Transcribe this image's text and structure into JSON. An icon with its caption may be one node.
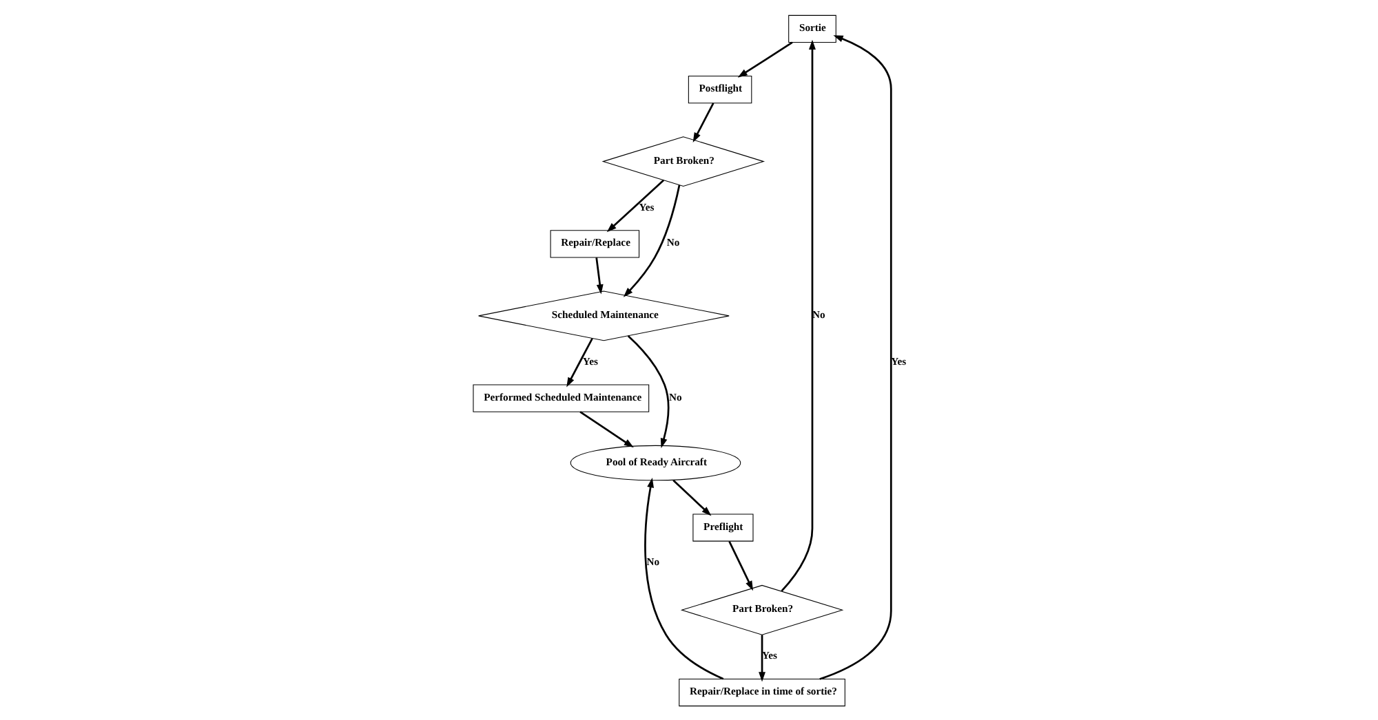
{
  "diagram": {
    "nodes": [
      {
        "text": [
          "Sortie"
        ]
      },
      {
        "text": [
          "Postflight"
        ]
      },
      {
        "text": [
          "Part Broken?"
        ]
      },
      {
        "text": [
          "Repair/Replace"
        ]
      },
      {
        "text": [
          "Part Broken?"
        ]
      },
      {
        "text": [
          "Repair/Replace in time of sortie?"
        ]
      },
      {
        "text": [
          "Performed Scheduled Maintenance"
        ]
      },
      {
        "text": [
          "Scheduled Maintenance"
        ]
      },
      {
        "text": [
          "Preflight"
        ]
      },
      {
        "text": [
          "Pool of Ready Aircraft"
        ]
      }
    ],
    "edges": [
      {
        "from": 0,
        "to": 1,
        "arrow": "to"
      },
      {
        "from": 1,
        "to": 2,
        "arrow": "to"
      },
      {
        "from": 2,
        "to": 3,
        "arrow": "to",
        "label": "Yes"
      },
      {
        "from": 2,
        "to": 7,
        "arrow": "to",
        "label": "No"
      },
      {
        "from": 3,
        "to": 7,
        "arrow": "to"
      },
      {
        "from": 7,
        "to": 6,
        "arrow": "to",
        "label": "Yes"
      },
      {
        "from": 7,
        "to": 9,
        "arrow": "to",
        "label": "No"
      },
      {
        "from": 6,
        "to": 9,
        "arrow": "to"
      },
      {
        "from": 5,
        "to": 9,
        "arrow": "to",
        "label": "No"
      },
      {
        "from": 5,
        "to": 0,
        "arrow": "to",
        "label": "Yes"
      },
      {
        "from": 4,
        "to": 0,
        "arrow": "to",
        "label": "No"
      },
      {
        "from": 4,
        "to": 5,
        "arrow": "to",
        "label": "Yes"
      },
      {
        "from": 8,
        "to": 4,
        "arrow": "to"
      },
      {
        "from": 9,
        "to": 8,
        "arrow": "to"
      }
    ]
  }
}
